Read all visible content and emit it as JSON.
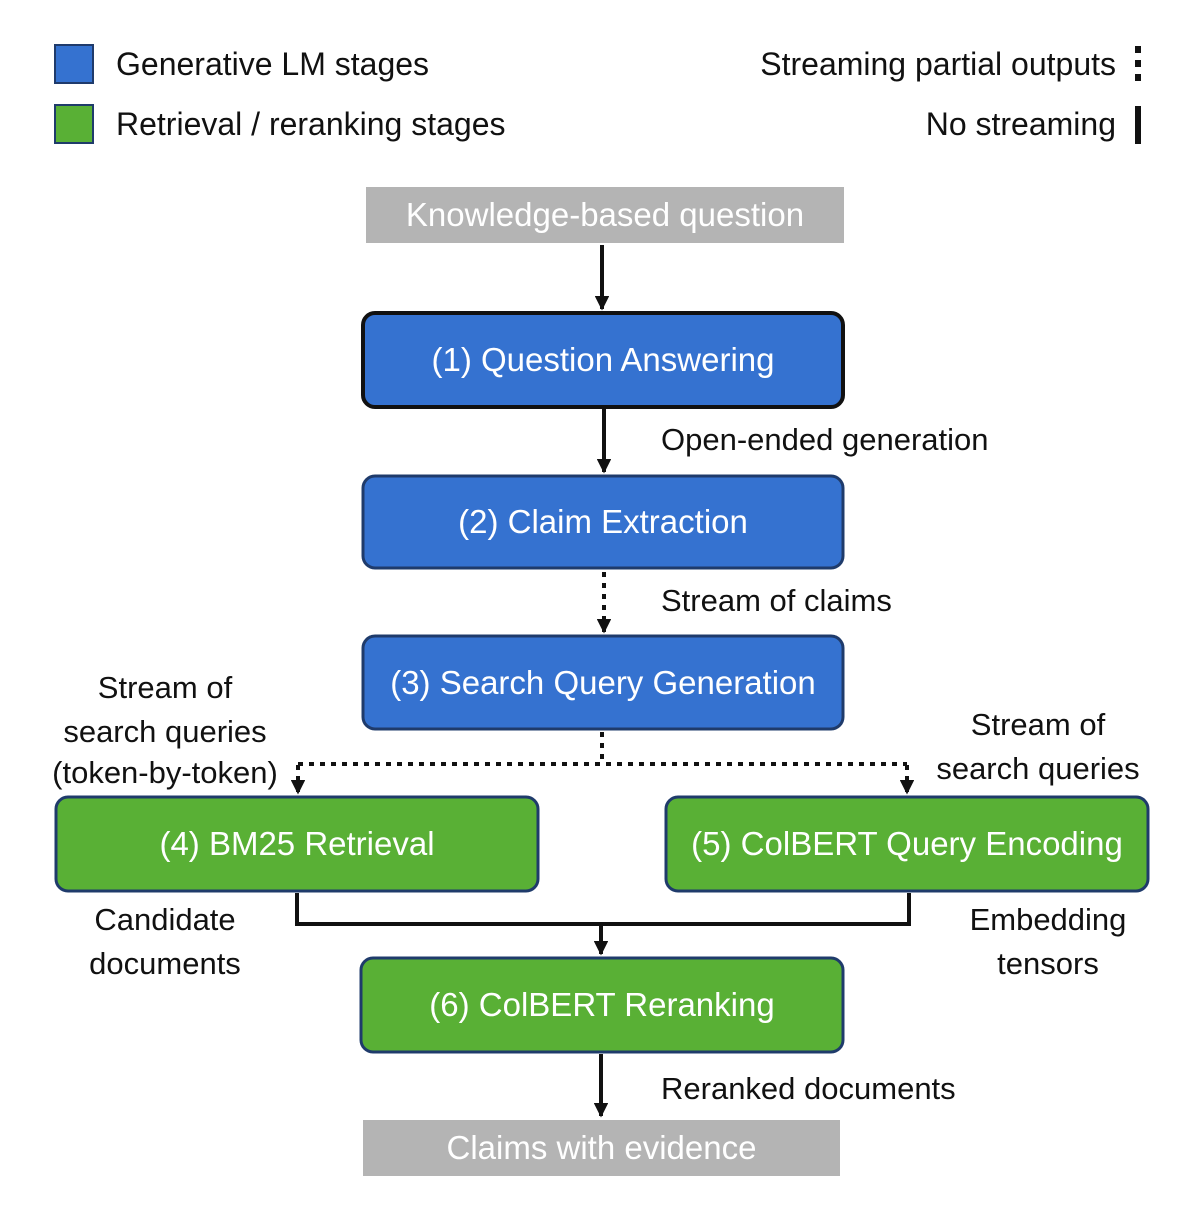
{
  "legend": {
    "generative": {
      "label": "Generative LM stages",
      "color": "#3572d0"
    },
    "retrieval": {
      "label": "Retrieval / reranking stages",
      "color": "#59b035"
    },
    "streaming": {
      "label": "Streaming partial outputs"
    },
    "no_streaming": {
      "label": "No streaming"
    }
  },
  "nodes": {
    "question": {
      "label": "Knowledge-based question",
      "color": "#b4b4b4"
    },
    "qa": {
      "label": "(1) Question Answering",
      "color": "#3572d0"
    },
    "claim": {
      "label": "(2) Claim Extraction",
      "color": "#3572d0"
    },
    "sqg": {
      "label": "(3) Search Query Generation",
      "color": "#3572d0"
    },
    "bm25": {
      "label": "(4) BM25 Retrieval",
      "color": "#59b035"
    },
    "colbert_enc": {
      "label": "(5) ColBERT Query Encoding",
      "color": "#59b035"
    },
    "rerank": {
      "label": "(6) ColBERT Reranking",
      "color": "#59b035"
    },
    "evidence": {
      "label": "Claims with evidence",
      "color": "#b4b4b4"
    }
  },
  "edge_labels": {
    "open_ended": "Open-ended generation",
    "stream_claims": "Stream of claims",
    "stream_queries_left": [
      "Stream of",
      "search queries",
      "(token-by-token)"
    ],
    "stream_queries_right": [
      "Stream of",
      "search queries"
    ],
    "candidate_docs": [
      "Candidate",
      "documents"
    ],
    "embedding_tensors": [
      "Embedding",
      "tensors"
    ],
    "reranked_docs": "Reranked documents"
  }
}
